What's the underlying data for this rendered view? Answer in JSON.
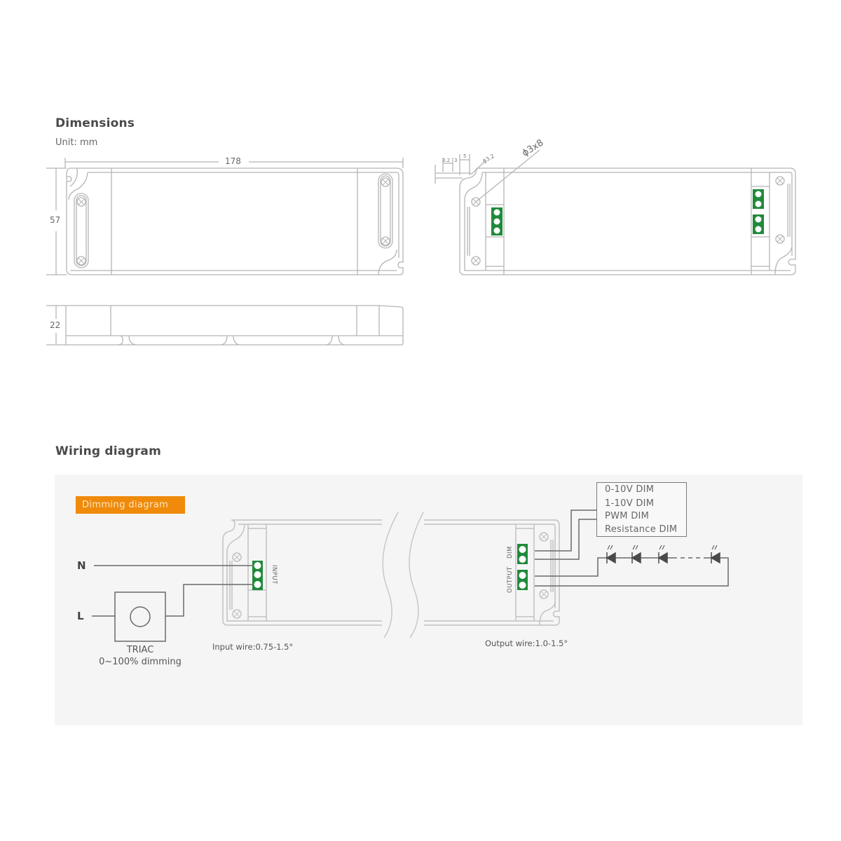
{
  "colors": {
    "accent_orange": "#ef8a0a",
    "terminal_green": "#1f8a3a",
    "panel_bg": "#f5f5f5",
    "line_gray": "#aaaaaa",
    "wire_dark": "#6a6a6a"
  },
  "dimensions": {
    "title": "Dimensions",
    "unit": "Unit: mm",
    "length_label": "178",
    "width_label": "57",
    "height_label": "22",
    "callouts": {
      "dim_3_2": "3.2",
      "dim_3": "3",
      "dim_5": "5",
      "hole_phi_3_2": "ϕ3.2",
      "screw_phi_3x8": "ϕ3x8"
    }
  },
  "wiring": {
    "title": "Wiring diagram",
    "badge_label": "Dimming diagram",
    "neutral_label": "N",
    "live_label": "L",
    "triac_label": "TRIAC",
    "triac_sublabel": "0~100% dimming",
    "input_terminal_label": "INPUT",
    "dim_terminal_label": "DIM",
    "output_terminal_label": "OUTPUT",
    "input_wire_note": "Input wire:0.75-1.5°",
    "output_wire_note": "Output wire:1.0-1.5°",
    "dim_modes": [
      "0-10V DIM",
      "1-10V DIM",
      "PWM DIM",
      "Resistance DIM"
    ],
    "led_count_visible": 4,
    "led_chain_continuation": "- - -"
  }
}
